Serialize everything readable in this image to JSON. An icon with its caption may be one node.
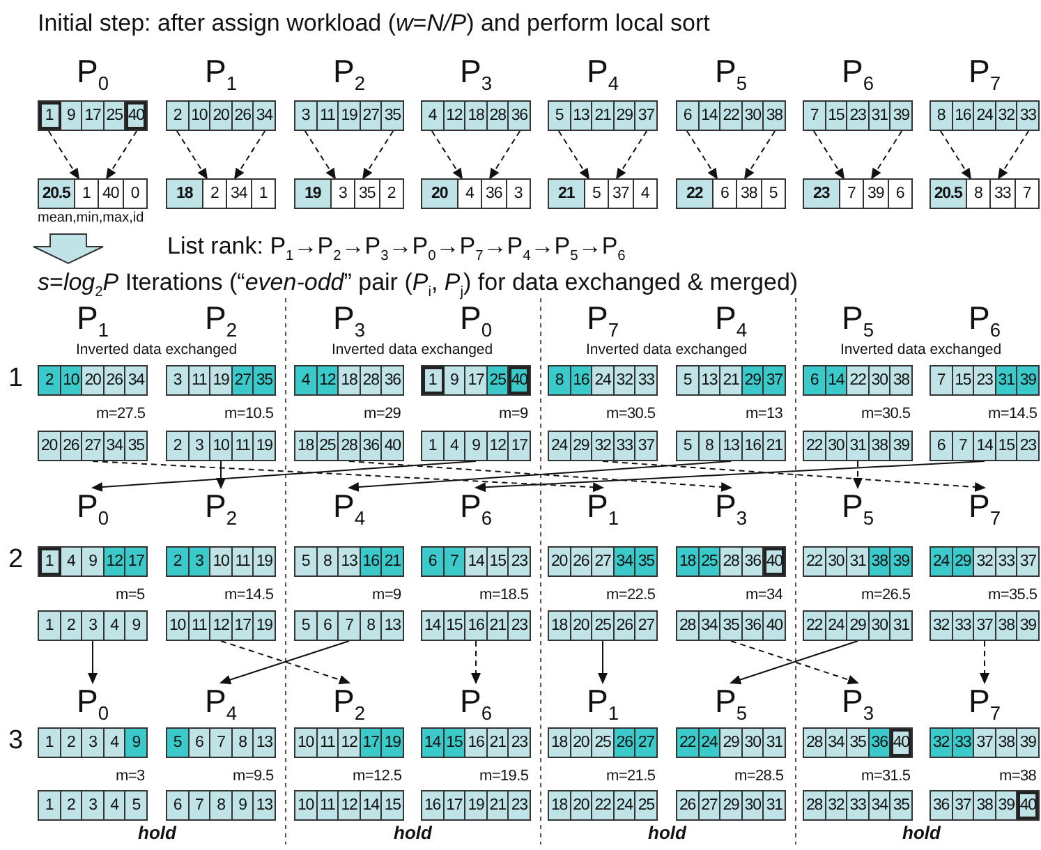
{
  "diagram": {
    "title": "Initial step: after assign workload (*w*=*N/P*) and perform local sort",
    "nodes": [
      {
        "text": [
          "1",
          "9",
          "17",
          "25",
          "40"
        ]
      },
      {
        "text": [
          "2",
          "10",
          "20",
          "26",
          "34"
        ]
      },
      {
        "text": [
          "3",
          "11",
          "19",
          "27",
          "35"
        ]
      },
      {
        "text": [
          "4",
          "12",
          "18",
          "28",
          "36"
        ]
      },
      {
        "text": [
          "5",
          "13",
          "21",
          "29",
          "37"
        ]
      },
      {
        "text": [
          "6",
          "14",
          "22",
          "30",
          "38"
        ]
      },
      {
        "text": [
          "7",
          "15",
          "23",
          "31",
          "39"
        ]
      },
      {
        "text": [
          "8",
          "16",
          "24",
          "32",
          "33"
        ]
      },
      {
        "text": [
          "20.5",
          "1",
          "40",
          "0"
        ]
      },
      {
        "text": [
          "18",
          "2",
          "34",
          "1"
        ]
      },
      {
        "text": [
          "19",
          "3",
          "35",
          "2"
        ]
      },
      {
        "text": [
          "20",
          "4",
          "36",
          "3"
        ]
      },
      {
        "text": [
          "21",
          "5",
          "37",
          "4"
        ]
      },
      {
        "text": [
          "22",
          "6",
          "38",
          "5"
        ]
      },
      {
        "text": [
          "23",
          "7",
          "39",
          "6"
        ]
      },
      {
        "text": [
          "20.5",
          "8",
          "33",
          "7"
        ]
      },
      {
        "text": [
          "2",
          "10",
          "20",
          "26",
          "34"
        ]
      },
      {
        "text": [
          "3",
          "11",
          "19",
          "27",
          "35"
        ]
      },
      {
        "text": [
          "4",
          "12",
          "18",
          "28",
          "36"
        ]
      },
      {
        "text": [
          "1",
          "9",
          "17",
          "25",
          "40"
        ]
      },
      {
        "text": [
          "8",
          "16",
          "24",
          "32",
          "33"
        ]
      },
      {
        "text": [
          "5",
          "13",
          "21",
          "29",
          "37"
        ]
      },
      {
        "text": [
          "6",
          "14",
          "22",
          "30",
          "38"
        ]
      },
      {
        "text": [
          "7",
          "15",
          "23",
          "31",
          "39"
        ]
      },
      {
        "text": [
          "20",
          "26",
          "27",
          "34",
          "35"
        ]
      },
      {
        "text": [
          "2",
          "3",
          "10",
          "11",
          "19"
        ]
      },
      {
        "text": [
          "18",
          "25",
          "28",
          "36",
          "40"
        ]
      },
      {
        "text": [
          "1",
          "4",
          "9",
          "12",
          "17"
        ]
      },
      {
        "text": [
          "24",
          "29",
          "32",
          "33",
          "37"
        ]
      },
      {
        "text": [
          "5",
          "8",
          "13",
          "16",
          "21"
        ]
      },
      {
        "text": [
          "22",
          "30",
          "31",
          "38",
          "39"
        ]
      },
      {
        "text": [
          "6",
          "7",
          "14",
          "15",
          "23"
        ]
      },
      {
        "text": [
          "P$_{0}$"
        ]
      },
      {
        "text": [
          "P$_{2}$"
        ]
      },
      {
        "text": [
          "P$_{4}$"
        ]
      },
      {
        "text": [
          "P$_{6}$"
        ]
      },
      {
        "text": [
          "P$_{1}$"
        ]
      },
      {
        "text": [
          "P$_{3}$"
        ]
      },
      {
        "text": [
          "P$_{5}$"
        ]
      },
      {
        "text": [
          "P$_{7}$"
        ]
      },
      {
        "text": [
          "1",
          "4",
          "9",
          "12",
          "17"
        ]
      },
      {
        "text": [
          "2",
          "3",
          "10",
          "11",
          "19"
        ]
      },
      {
        "text": [
          "5",
          "8",
          "13",
          "16",
          "21"
        ]
      },
      {
        "text": [
          "6",
          "7",
          "14",
          "15",
          "23"
        ]
      },
      {
        "text": [
          "20",
          "26",
          "27",
          "34",
          "35"
        ]
      },
      {
        "text": [
          "18",
          "25",
          "28",
          "36",
          "40"
        ]
      },
      {
        "text": [
          "22",
          "30",
          "31",
          "38",
          "39"
        ]
      },
      {
        "text": [
          "24",
          "29",
          "32",
          "33",
          "37"
        ]
      },
      {
        "text": [
          "1",
          "2",
          "3",
          "4",
          "9"
        ]
      },
      {
        "text": [
          "10",
          "11",
          "12",
          "17",
          "19"
        ]
      },
      {
        "text": [
          "5",
          "6",
          "7",
          "8",
          "13"
        ]
      },
      {
        "text": [
          "14",
          "15",
          "16",
          "21",
          "23"
        ]
      },
      {
        "text": [
          "18",
          "20",
          "25",
          "26",
          "27"
        ]
      },
      {
        "text": [
          "28",
          "34",
          "35",
          "36",
          "40"
        ]
      },
      {
        "text": [
          "22",
          "24",
          "29",
          "30",
          "31"
        ]
      },
      {
        "text": [
          "32",
          "33",
          "37",
          "38",
          "39"
        ]
      },
      {
        "text": [
          "P$_{0}$"
        ]
      },
      {
        "text": [
          "P$_{4}$"
        ]
      },
      {
        "text": [
          "P$_{2}$"
        ]
      },
      {
        "text": [
          "P$_{6}$"
        ]
      },
      {
        "text": [
          "P$_{1}$"
        ]
      },
      {
        "text": [
          "P$_{5}$"
        ]
      },
      {
        "text": [
          "P$_{3}$"
        ]
      },
      {
        "text": [
          "P$_{7}$"
        ]
      },
      {
        "text": [
          "1",
          "2",
          "3",
          "4",
          "9"
        ]
      },
      {
        "text": [
          "5",
          "6",
          "7",
          "8",
          "13"
        ]
      },
      {
        "text": [
          "10",
          "11",
          "12",
          "17",
          "19"
        ]
      },
      {
        "text": [
          "14",
          "15",
          "16",
          "21",
          "23"
        ]
      },
      {
        "text": [
          "18",
          "20",
          "25",
          "26",
          "27"
        ]
      },
      {
        "text": [
          "22",
          "24",
          "29",
          "30",
          "31"
        ]
      },
      {
        "text": [
          "28",
          "34",
          "35",
          "36",
          "40"
        ]
      },
      {
        "text": [
          "32",
          "33",
          "37",
          "38",
          "39"
        ]
      },
      {
        "text": [
          "1",
          "2",
          "3",
          "4",
          "5"
        ]
      },
      {
        "text": [
          "6",
          "7",
          "8",
          "9",
          "13"
        ]
      },
      {
        "text": [
          "10",
          "11",
          "12",
          "14",
          "15"
        ]
      },
      {
        "text": [
          "16",
          "17",
          "19",
          "21",
          "23"
        ]
      },
      {
        "text": [
          "18",
          "20",
          "22",
          "24",
          "25"
        ]
      },
      {
        "text": [
          "26",
          "27",
          "29",
          "30",
          "31"
        ]
      },
      {
        "text": [
          "28",
          "32",
          "33",
          "34",
          "35"
        ]
      },
      {
        "text": [
          "36",
          "37",
          "38",
          "39",
          "40"
        ]
      }
    ],
    "edges": [
      {
        "from": 0,
        "to": 8,
        "arrow": "to",
        "style": "dashed"
      },
      {
        "from": 0,
        "to": 8,
        "arrow": "to",
        "style": "dashed"
      },
      {
        "from": 1,
        "to": 9,
        "arrow": "to",
        "style": "dashed"
      },
      {
        "from": 1,
        "to": 9,
        "arrow": "to",
        "style": "dashed"
      },
      {
        "from": 2,
        "to": 10,
        "arrow": "to",
        "style": "dashed"
      },
      {
        "from": 2,
        "to": 10,
        "arrow": "to",
        "style": "dashed"
      },
      {
        "from": 3,
        "to": 11,
        "arrow": "to",
        "style": "dashed"
      },
      {
        "from": 3,
        "to": 11,
        "arrow": "to",
        "style": "dashed"
      },
      {
        "from": 4,
        "to": 12,
        "arrow": "to",
        "style": "dashed"
      },
      {
        "from": 4,
        "to": 12,
        "arrow": "to",
        "style": "dashed"
      },
      {
        "from": 5,
        "to": 13,
        "arrow": "to",
        "style": "dashed"
      },
      {
        "from": 5,
        "to": 13,
        "arrow": "to",
        "style": "dashed"
      },
      {
        "from": 6,
        "to": 14,
        "arrow": "to",
        "style": "dashed"
      },
      {
        "from": 6,
        "to": 14,
        "arrow": "to",
        "style": "dashed"
      },
      {
        "from": 7,
        "to": 15,
        "arrow": "to",
        "style": "dashed"
      },
      {
        "from": 7,
        "to": 15,
        "arrow": "to",
        "style": "dashed"
      },
      {
        "from": 24,
        "to": 36,
        "arrow": "to",
        "style": "dashed"
      },
      {
        "from": 25,
        "to": 33,
        "arrow": "to"
      },
      {
        "from": 26,
        "to": 37,
        "arrow": "to",
        "style": "dashed"
      },
      {
        "from": 27,
        "to": 32,
        "arrow": "to"
      },
      {
        "from": 28,
        "to": 39,
        "arrow": "to",
        "style": "dashed"
      },
      {
        "from": 29,
        "to": 34,
        "arrow": "to"
      },
      {
        "from": 30,
        "to": 38,
        "arrow": "to",
        "style": "dashed"
      },
      {
        "from": 31,
        "to": 35,
        "arrow": "to"
      },
      {
        "from": 48,
        "to": 56,
        "arrow": "to"
      },
      {
        "from": 49,
        "to": 58,
        "arrow": "to",
        "style": "dashed"
      },
      {
        "from": 50,
        "to": 57,
        "arrow": "to"
      },
      {
        "from": 51,
        "to": 59,
        "arrow": "to",
        "style": "dashed"
      },
      {
        "from": 52,
        "to": 60,
        "arrow": "to"
      },
      {
        "from": 53,
        "to": 62,
        "arrow": "to",
        "style": "dashed"
      },
      {
        "from": 54,
        "to": 61,
        "arrow": "to"
      },
      {
        "from": 55,
        "to": 63,
        "arrow": "to",
        "style": "dashed"
      }
    ],
    "labels": [
      "P$_{0}$",
      "P$_{1}$",
      "P$_{2}$",
      "P$_{3}$",
      "P$_{4}$",
      "P$_{5}$",
      "P$_{6}$",
      "P$_{7}$",
      "mean,min,max,id",
      "List rank: P$_{1}$→P$_{2}$→P$_{3}$→P$_{0}$→P$_{7}$→P$_{4}$→P$_{5}$→P$_{6}$",
      "*s*=*log*$_{2}$*P* Iterations (“*even-odd*” pair (*P*$_{i}$, *P*$_{j}$) for data exchanged & merged)",
      "P$_{1}$",
      "P$_{2}$",
      "P$_{3}$",
      "P$_{0}$",
      "P$_{7}$",
      "P$_{4}$",
      "P$_{5}$",
      "P$_{6}$",
      "Inverted data exchanged",
      "Inverted data exchanged",
      "Inverted data exchanged",
      "Inverted data exchanged",
      "1",
      "m=27.5",
      "m=10.5",
      "m=29",
      "m=9",
      "m=30.5",
      "m=13",
      "m=30.5",
      "m=14.5",
      "2",
      "m=5",
      "m=14.5",
      "m=9",
      "m=18.5",
      "m=22.5",
      "m=34",
      "m=26.5",
      "m=35.5",
      "3",
      "m=3",
      "m=9.5",
      "m=12.5",
      "m=19.5",
      "m=21.5",
      "m=28.5",
      "m=31.5",
      "m=38",
      "hold",
      "hold",
      "hold",
      "hold"
    ]
  }
}
